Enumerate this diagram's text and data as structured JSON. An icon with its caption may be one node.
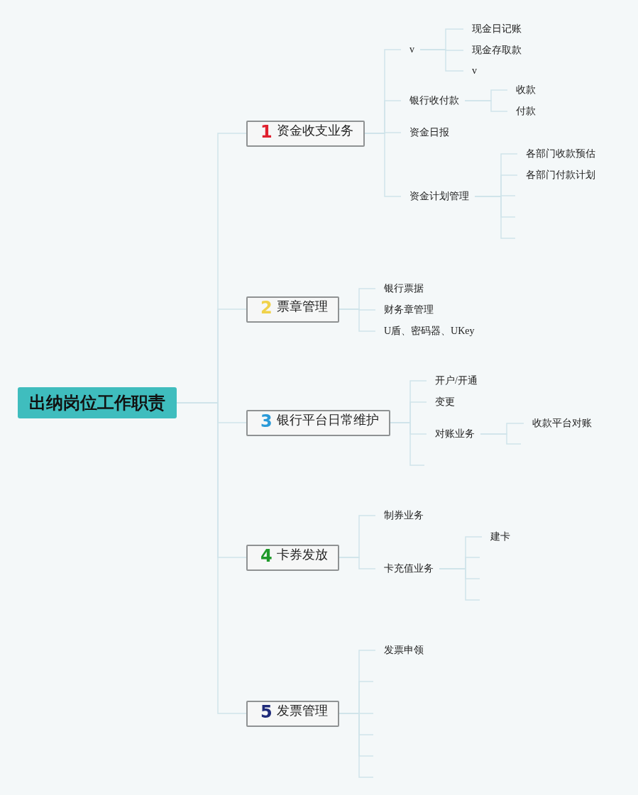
{
  "diagram": {
    "nodes": [
      {
        "text": [
          "出纳岗位工作职责"
        ]
      },
      {
        "text": [
          "1",
          "资金收支业务"
        ]
      },
      {
        "text": [
          "v"
        ]
      },
      {
        "text": [
          "现金日记账"
        ]
      },
      {
        "text": [
          "现金存取款"
        ]
      },
      {
        "text": [
          "v"
        ]
      },
      {
        "text": [
          "银行收付款"
        ]
      },
      {
        "text": [
          "收款"
        ]
      },
      {
        "text": [
          "付款"
        ]
      },
      {
        "text": [
          "资金日报"
        ]
      },
      {
        "text": [
          "资金计划管理"
        ]
      },
      {
        "text": [
          "各部门收款预估"
        ]
      },
      {
        "text": [
          "各部门付款计划"
        ]
      },
      {
        "text": [
          "2",
          "票章管理"
        ]
      },
      {
        "text": [
          "银行票据"
        ]
      },
      {
        "text": [
          "财务章管理"
        ]
      },
      {
        "text": [
          "U盾、密码器、UKey"
        ]
      },
      {
        "text": [
          "3",
          "银行平台日常维护"
        ]
      },
      {
        "text": [
          "开户/开通"
        ]
      },
      {
        "text": [
          "变更"
        ]
      },
      {
        "text": [
          "对账业务"
        ]
      },
      {
        "text": [
          "收款平台对账"
        ]
      },
      {
        "text": [
          "4",
          "卡券发放"
        ]
      },
      {
        "text": [
          "制券业务"
        ]
      },
      {
        "text": [
          "卡充值业务"
        ]
      },
      {
        "text": [
          "建卡"
        ]
      },
      {
        "text": [
          "5",
          "发票管理"
        ]
      },
      {
        "text": [
          "发票申领"
        ]
      }
    ],
    "edges": [
      {
        "from": 0,
        "to": 1,
        "arrow": "none"
      },
      {
        "from": 0,
        "to": 13,
        "arrow": "none"
      },
      {
        "from": 0,
        "to": 17,
        "arrow": "none"
      },
      {
        "from": 0,
        "to": 22,
        "arrow": "none"
      },
      {
        "from": 0,
        "to": 26,
        "arrow": "none"
      },
      {
        "from": 1,
        "to": 2,
        "arrow": "none"
      },
      {
        "from": 1,
        "to": 6,
        "arrow": "none"
      },
      {
        "from": 1,
        "to": 9,
        "arrow": "none"
      },
      {
        "from": 1,
        "to": 10,
        "arrow": "none"
      },
      {
        "from": 2,
        "to": 3,
        "arrow": "none"
      },
      {
        "from": 2,
        "to": 4,
        "arrow": "none"
      },
      {
        "from": 2,
        "to": 5,
        "arrow": "none"
      },
      {
        "from": 6,
        "to": 7,
        "arrow": "none"
      },
      {
        "from": 6,
        "to": 8,
        "arrow": "none"
      },
      {
        "from": 10,
        "to": 11,
        "arrow": "none"
      },
      {
        "from": 10,
        "to": 12,
        "arrow": "none"
      },
      {
        "from": 10,
        "to": null,
        "arrow": "none"
      },
      {
        "from": 10,
        "to": null,
        "arrow": "none"
      },
      {
        "from": 10,
        "to": null,
        "arrow": "none"
      },
      {
        "from": 13,
        "to": 14,
        "arrow": "none"
      },
      {
        "from": 13,
        "to": 15,
        "arrow": "none"
      },
      {
        "from": 13,
        "to": 16,
        "arrow": "none"
      },
      {
        "from": 17,
        "to": 18,
        "arrow": "none"
      },
      {
        "from": 17,
        "to": 19,
        "arrow": "none"
      },
      {
        "from": 17,
        "to": 20,
        "arrow": "none"
      },
      {
        "from": 17,
        "to": null,
        "arrow": "none"
      },
      {
        "from": 20,
        "to": 21,
        "arrow": "none"
      },
      {
        "from": 20,
        "to": null,
        "arrow": "none"
      },
      {
        "from": 22,
        "to": 23,
        "arrow": "none"
      },
      {
        "from": 22,
        "to": 24,
        "arrow": "none"
      },
      {
        "from": 24,
        "to": 25,
        "arrow": "none"
      },
      {
        "from": 24,
        "to": null,
        "arrow": "none"
      },
      {
        "from": 24,
        "to": null,
        "arrow": "none"
      },
      {
        "from": 24,
        "to": null,
        "arrow": "none"
      },
      {
        "from": 26,
        "to": 27,
        "arrow": "none"
      },
      {
        "from": 26,
        "to": null,
        "arrow": "none"
      },
      {
        "from": 26,
        "to": null,
        "arrow": "none"
      },
      {
        "from": 26,
        "to": null,
        "arrow": "none"
      },
      {
        "from": 26,
        "to": null,
        "arrow": "none"
      },
      {
        "from": 26,
        "to": null,
        "arrow": "none"
      }
    ]
  }
}
